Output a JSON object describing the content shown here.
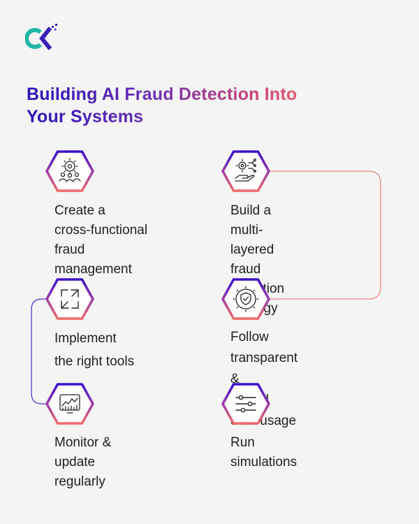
{
  "title": {
    "line1": "Building AI Fraud Detection Into",
    "line2": "Your Systems"
  },
  "logo": {
    "icon": "brand-logo-icon",
    "colors": [
      "#1fb7a4",
      "#3a1fb8"
    ]
  },
  "steps": [
    {
      "label": "Create a\ncross-functional fraud\nmanagement team",
      "icon": "team-gear-icon"
    },
    {
      "label": "Build a multi-layered\nfraud detection\nstrategy",
      "icon": "gear-hand-network-icon"
    },
    {
      "label": "Implement\nthe right tools",
      "icon": "expand-arrows-icon"
    },
    {
      "label": "Follow transparent &\nethical data usage",
      "icon": "shield-check-gear-icon"
    },
    {
      "label": "Monitor & update\nregularly",
      "icon": "monitor-chart-icon"
    },
    {
      "label": "Run\nsimulations",
      "icon": "sliders-icon"
    }
  ],
  "colors": {
    "accent_start": "#2a12b8",
    "accent_end": "#e85d6c",
    "background": "#f4f4f4"
  }
}
